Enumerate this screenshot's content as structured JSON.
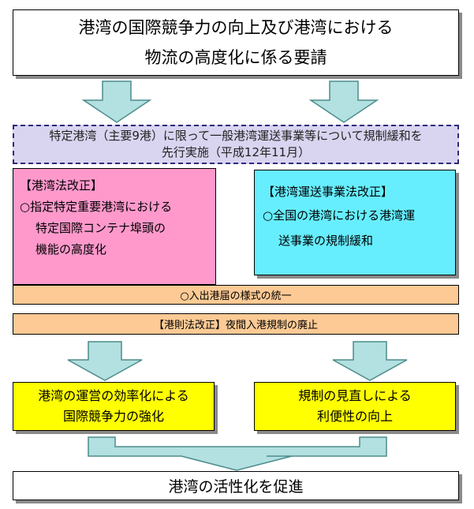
{
  "top_box": {
    "line1": "港湾の国際競争力の向上及び港湾における",
    "line2": "物流の高度化に係る要請"
  },
  "dashed_box": {
    "line1": "特定港湾（主要9港）に限って一般港湾運送事業等について規制緩和を",
    "line2": "先行実施（平成12年11月）"
  },
  "port_law": {
    "heading": "【港湾法改正】",
    "lines": [
      "○指定特定重要港湾における",
      "特定国際コンテナ埠頭の",
      "機能の高度化"
    ]
  },
  "transport_law": {
    "heading": "【港湾運送事業法改正】",
    "lines": [
      "○全国の港湾における港湾運",
      "送事業の規制緩和"
    ]
  },
  "unify_forms": "○入出港届の様式の統一",
  "port_rules": "【港則法改正】夜間入港規制の廃止",
  "result_left": {
    "line1": "港湾の運営の効率化による",
    "line2": "国際競争力の強化"
  },
  "result_right": {
    "line1": "規制の見直しによる",
    "line2": "利便性の向上"
  },
  "final_goal": "港湾の活性化を促進",
  "colors": {
    "arrow_fill": "#b3e0e0",
    "arrow_stroke": "#4c8c8c",
    "pink": "#ff99cc",
    "cyan": "#66eeff",
    "peach": "#fdca95",
    "yellow": "#ffff00",
    "lavender": "#d9d4f0"
  }
}
